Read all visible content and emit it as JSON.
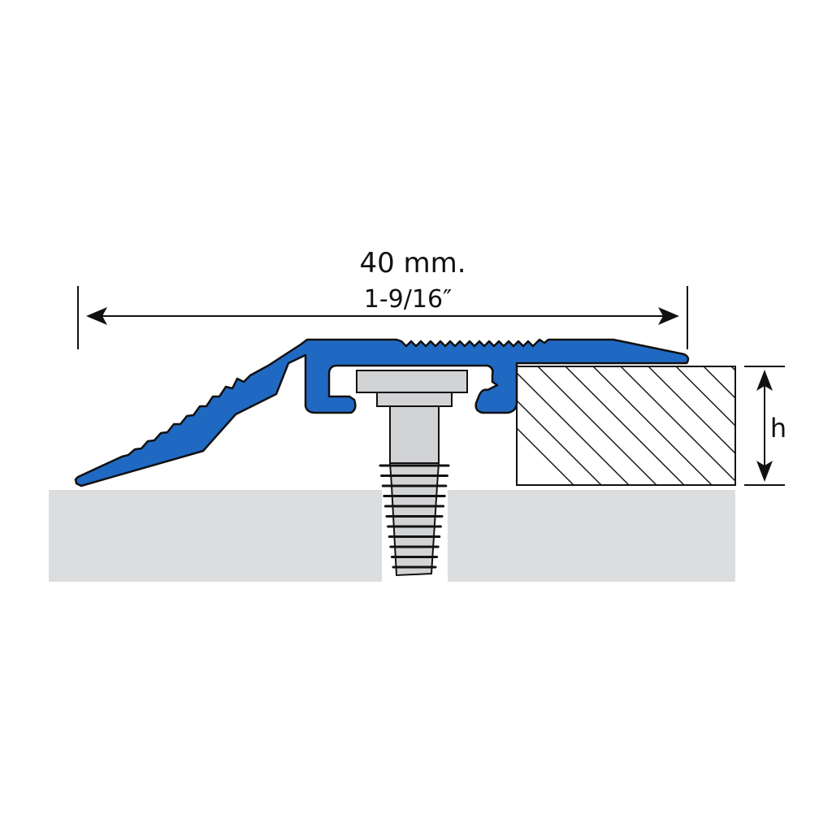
{
  "dimensions": {
    "width_metric": "40 mm.",
    "width_imperial": "1-9/16″",
    "height_symbol": "h"
  },
  "colors": {
    "profile": "#2069c2",
    "floor": "#dcdddf",
    "screw": "#d2d3d5",
    "outline": "#111111",
    "background": "#ffffff"
  }
}
